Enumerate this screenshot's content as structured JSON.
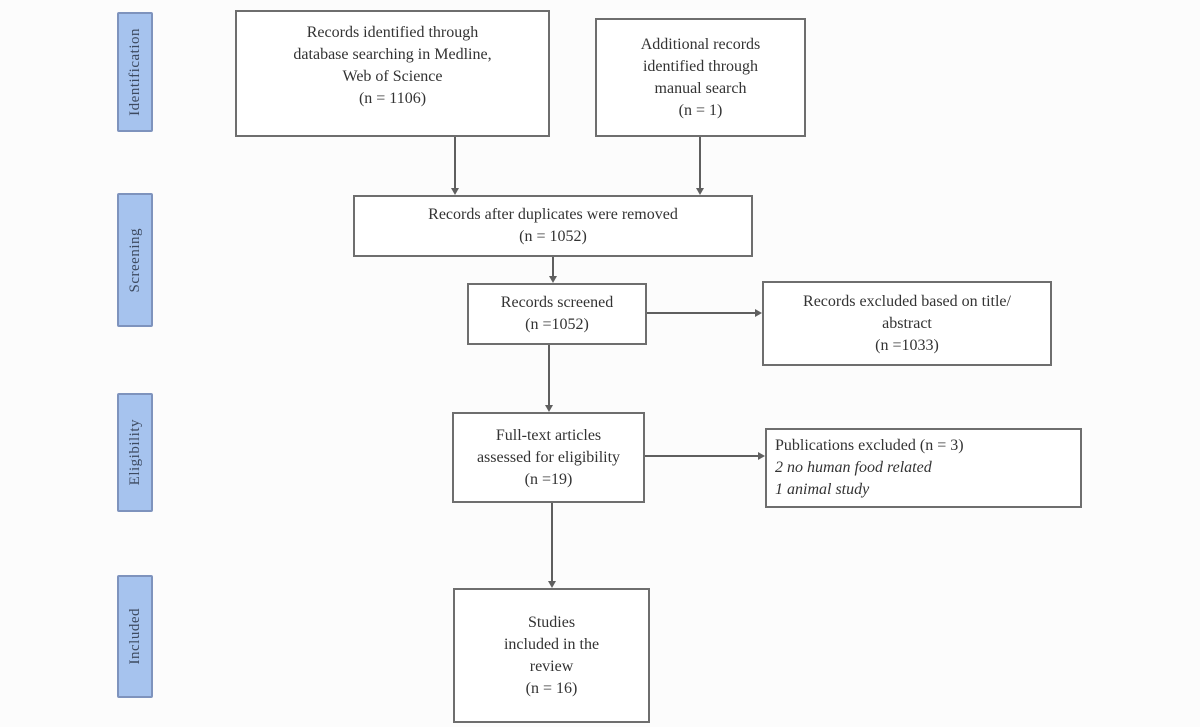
{
  "diagram_type": "prisma-flow-diagram",
  "colors": {
    "background": "#fcfcfc",
    "box_fill": "#ffffff",
    "box_border": "#6e6e6e",
    "text": "#333333",
    "stage_fill": "#a6c3ee",
    "stage_border": "#7e93bd",
    "stage_text": "#3d4a60",
    "arrow": "#5f5f5f"
  },
  "stages": [
    {
      "label": "Identification"
    },
    {
      "label": "Screening"
    },
    {
      "label": "Eligibility"
    },
    {
      "label": "Included"
    }
  ],
  "nodes": [
    {
      "name": "records-identified-database",
      "lines": [
        "Records identified through",
        "database searching in Medline,",
        "Web of Science",
        "(n = 1106)"
      ]
    },
    {
      "name": "additional-records-manual",
      "lines": [
        "Additional records",
        "identified through",
        "manual search",
        "(n = 1)"
      ]
    },
    {
      "name": "duplicates-removed",
      "lines": [
        "Records after duplicates were removed",
        "(n = 1052)"
      ]
    },
    {
      "name": "records-screened",
      "lines": [
        "Records screened",
        "(n =1052)"
      ]
    },
    {
      "name": "records-excluded-title-abstract",
      "lines": [
        "Records excluded based on title/",
        "abstract",
        "(n =1033)"
      ]
    },
    {
      "name": "fulltext-assessed",
      "lines": [
        "Full-text articles",
        "assessed for eligibility",
        "(n =19)"
      ]
    },
    {
      "name": "publications-excluded",
      "lines": [
        "Publications excluded (n = 3)",
        "2 no human food related",
        "1 animal study"
      ]
    },
    {
      "name": "studies-included",
      "lines": [
        "Studies",
        "included in the",
        "review",
        "(n = 16)"
      ]
    }
  ]
}
